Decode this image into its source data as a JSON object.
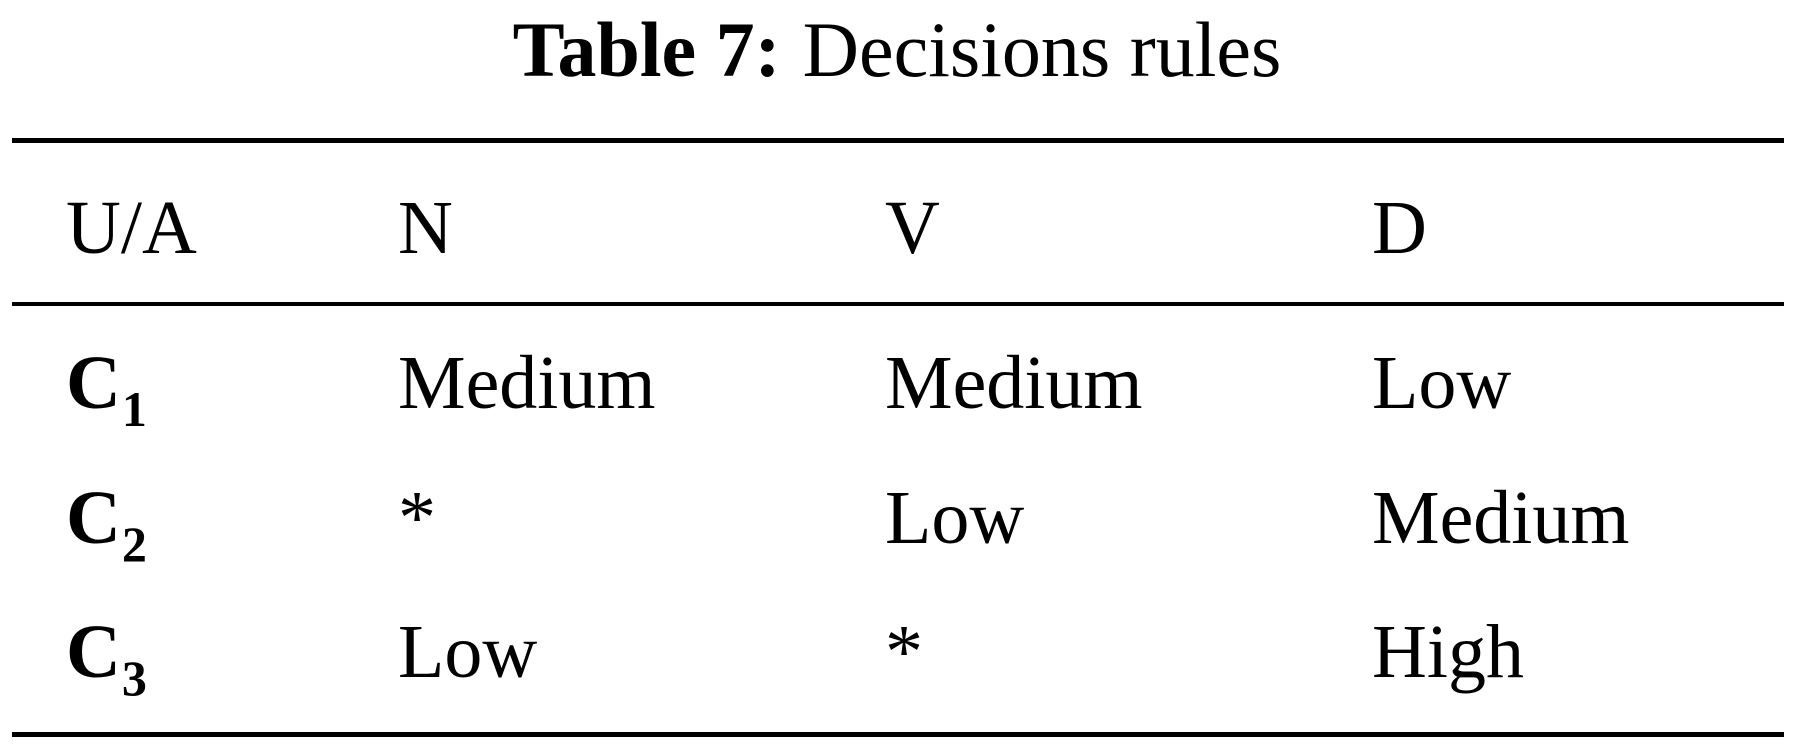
{
  "caption": {
    "label": "Table 7:",
    "text": "Decisions rules"
  },
  "table": {
    "headers": [
      "U/A",
      "N",
      "V",
      "D"
    ],
    "rows": [
      {
        "label": "C",
        "sub": "1",
        "cells": [
          "Medium",
          "Medium",
          "Low"
        ]
      },
      {
        "label": "C",
        "sub": "2",
        "cells": [
          "*",
          "Low",
          "Medium"
        ]
      },
      {
        "label": "C",
        "sub": "3",
        "cells": [
          "Low",
          "*",
          "High"
        ]
      }
    ]
  }
}
